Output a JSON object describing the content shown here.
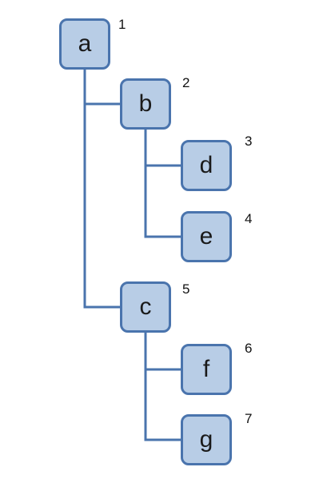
{
  "diagram": {
    "line_color": "#4a74ad",
    "node_fill": "#b8cde6",
    "node_border": "#4a74ad",
    "nodes": {
      "a": {
        "label": "a",
        "order": "1"
      },
      "b": {
        "label": "b",
        "order": "2"
      },
      "d": {
        "label": "d",
        "order": "3"
      },
      "e": {
        "label": "e",
        "order": "4"
      },
      "c": {
        "label": "c",
        "order": "5"
      },
      "f": {
        "label": "f",
        "order": "6"
      },
      "g": {
        "label": "g",
        "order": "7"
      }
    }
  }
}
